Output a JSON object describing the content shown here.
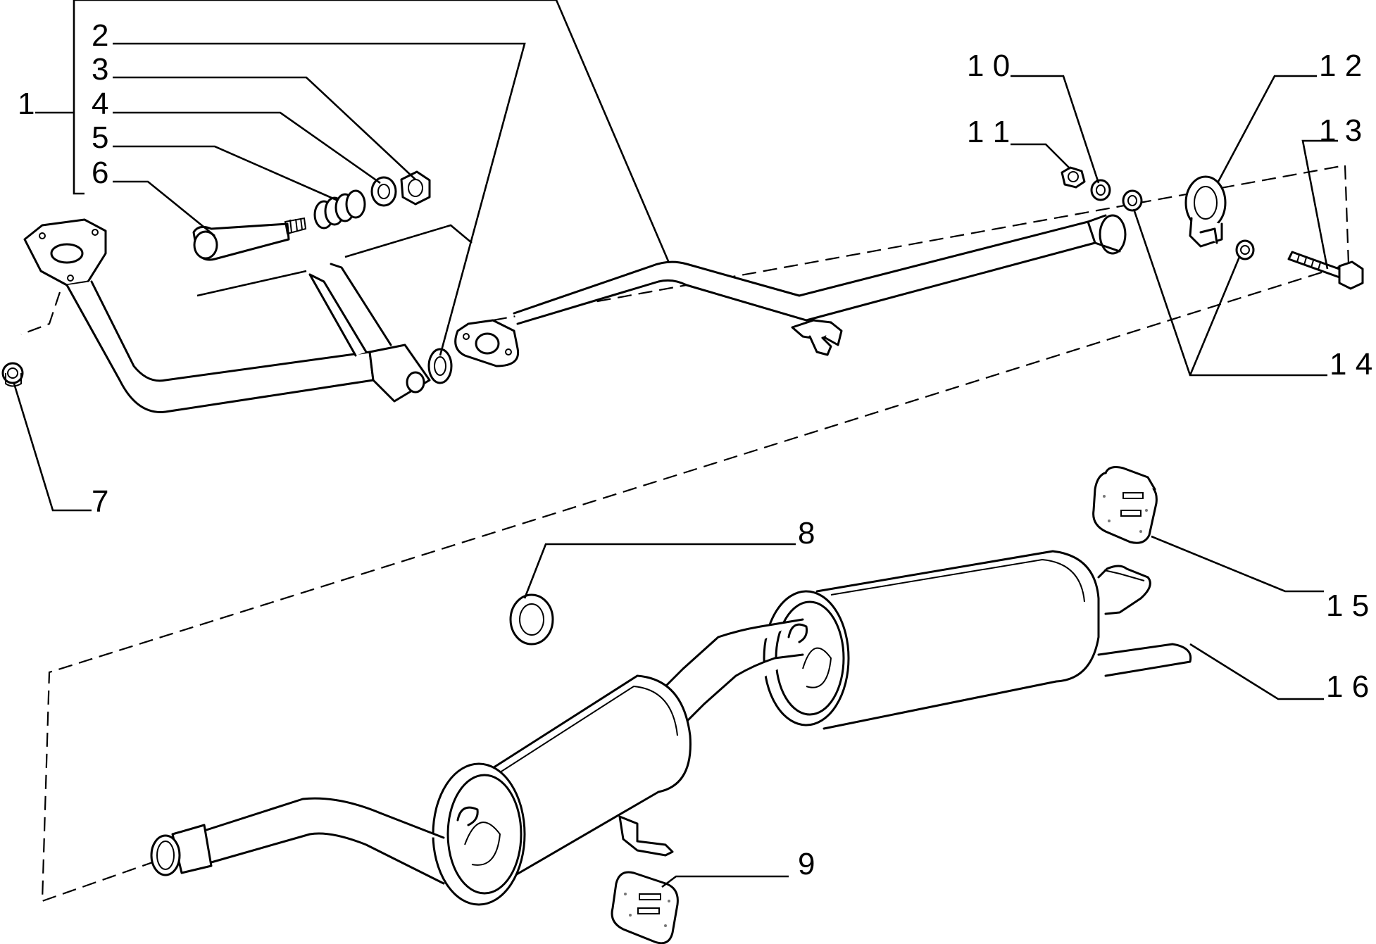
{
  "diagram": {
    "callouts": [
      {
        "id": "1",
        "text": "1"
      },
      {
        "id": "2",
        "text": "2"
      },
      {
        "id": "3",
        "text": "3"
      },
      {
        "id": "4",
        "text": "4"
      },
      {
        "id": "5",
        "text": "5"
      },
      {
        "id": "6",
        "text": "6"
      },
      {
        "id": "7",
        "text": "7"
      },
      {
        "id": "8",
        "text": "8"
      },
      {
        "id": "9",
        "text": "9"
      },
      {
        "id": "10",
        "text": "1 0"
      },
      {
        "id": "11",
        "text": "1 1"
      },
      {
        "id": "12",
        "text": "1 2"
      },
      {
        "id": "13",
        "text": "1 3"
      },
      {
        "id": "14",
        "text": "1 4"
      },
      {
        "id": "15",
        "text": "1 5"
      },
      {
        "id": "16",
        "text": "1 6"
      }
    ]
  }
}
